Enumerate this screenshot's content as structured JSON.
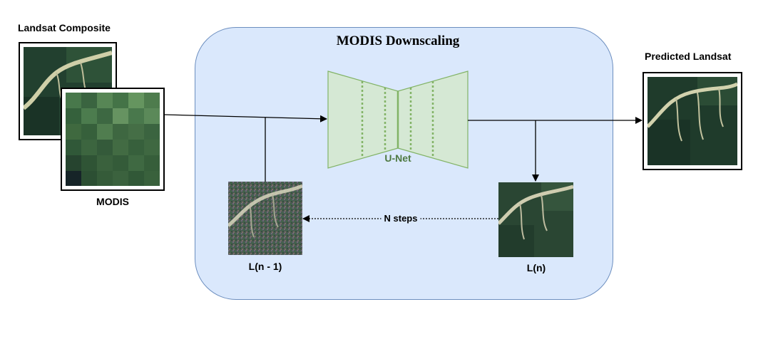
{
  "diagram": {
    "panel_title": "MODIS Downscaling",
    "landsat_composite_label": "Landsat Composite",
    "modis_label": "MODIS",
    "predicted_label": "Predicted Landsat",
    "unet_label": "U-Net",
    "steps_label": "N steps",
    "l_prev_label": "L(n - 1)",
    "l_n_label": "L(n)"
  },
  "colors": {
    "panel_fill": "#dae8fc",
    "panel_stroke": "#6c8ebf",
    "unet_fill": "#d5e8d4",
    "unet_stroke": "#82b366",
    "unet_text": "#4f7a43",
    "forest_dark": "#1f3a2a",
    "river": "#c9c9a4"
  }
}
